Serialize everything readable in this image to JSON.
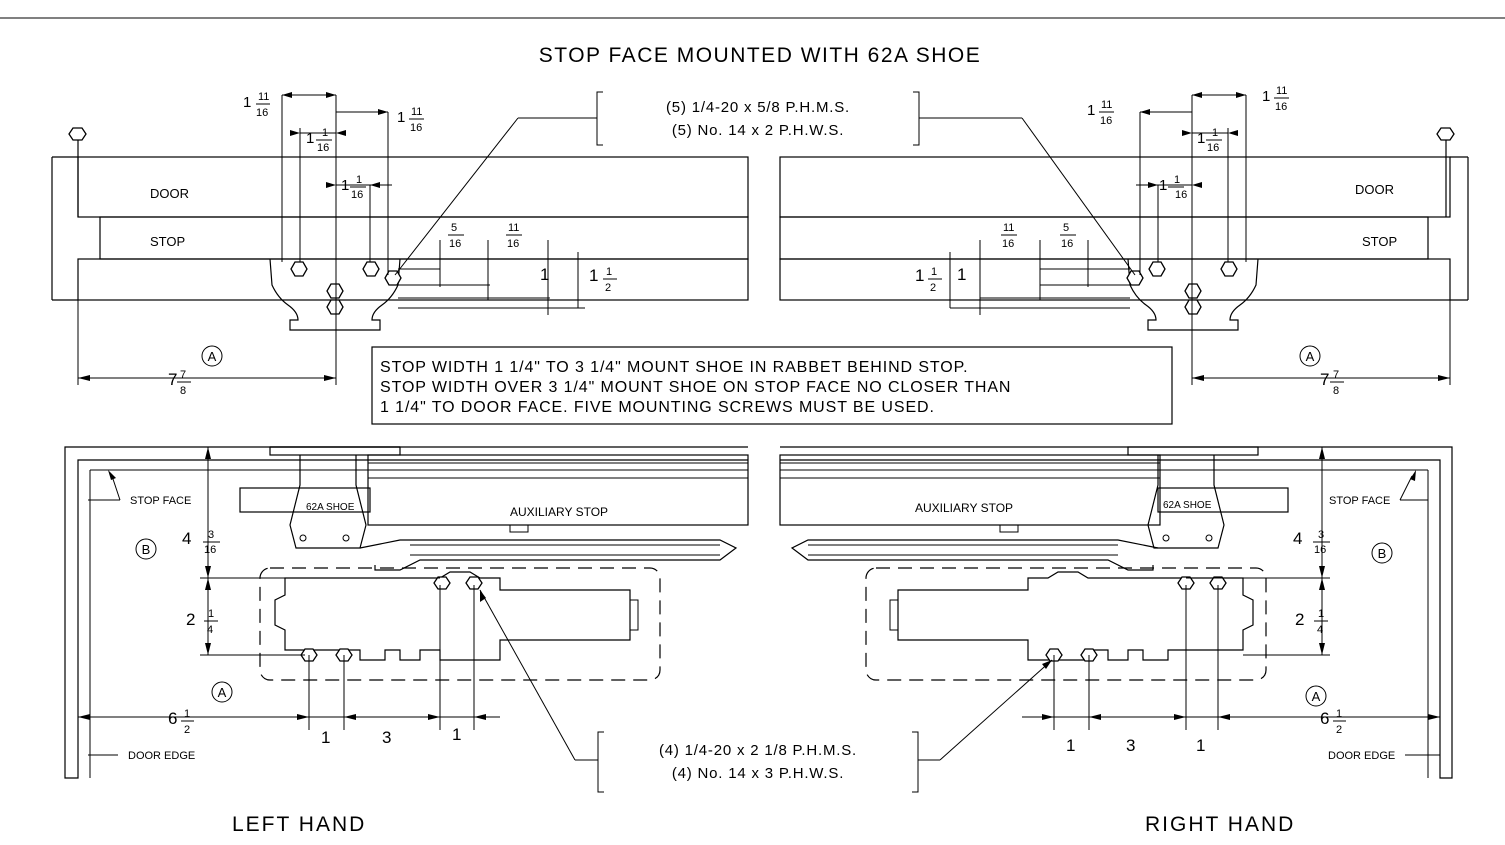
{
  "header": {
    "left_text": "",
    "right_text": ""
  },
  "title": "STOP FACE MOUNTED WITH 62A SHOE",
  "callouts": {
    "top_screws": {
      "line1": "(5) 1/4-20 x 5/8 P.H.M.S.",
      "line2": "(5) No. 14 x 2 P.H.W.S."
    },
    "bottom_screws": {
      "line1": "(4) 1/4-20 x 2 1/8 P.H.M.S.",
      "line2": "(4) No. 14 x 3 P.H.W.S."
    }
  },
  "note": {
    "line1": "STOP WIDTH 1 1/4\" TO 3 1/4\" MOUNT SHOE IN RABBET BEHIND STOP.",
    "line2": "STOP WIDTH OVER 3 1/4\" MOUNT SHOE ON STOP FACE NO CLOSER THAN",
    "line3": "1 1/4\" TO DOOR FACE. FIVE MOUNTING SCREWS MUST BE USED."
  },
  "labels": {
    "door": "DOOR",
    "stop": "STOP",
    "shoe": "62A SHOE",
    "aux_stop": "AUXILIARY STOP",
    "stop_face": "STOP FACE",
    "door_edge": "DOOR EDGE",
    "left_hand": "LEFT HAND",
    "right_hand": "RIGHT HAND",
    "circle_a": "A",
    "circle_b": "B"
  },
  "dims": {
    "d1": "1",
    "d11": "11",
    "d16": "16",
    "d5": "5",
    "d2": "2",
    "d3": "3",
    "d4": "4",
    "d6": "6",
    "d7": "7",
    "d8": "8",
    "d1b": "1"
  },
  "colors": {
    "line": "#000000",
    "background": "#ffffff"
  }
}
